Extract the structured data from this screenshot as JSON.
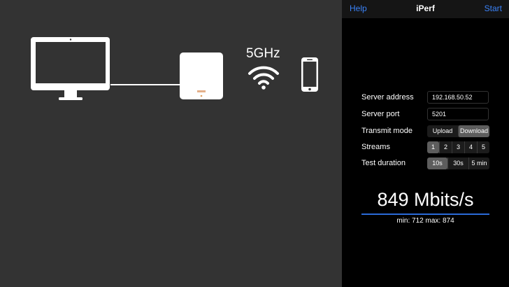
{
  "diagram": {
    "wifi_band": "5GHz",
    "icons": [
      "computer-icon",
      "router-icon",
      "wifi-icon",
      "phone-icon"
    ]
  },
  "navbar": {
    "help_label": "Help",
    "title": "iPerf",
    "start_label": "Start"
  },
  "form": {
    "server_address": {
      "label": "Server address",
      "value": "192.168.50.52"
    },
    "server_port": {
      "label": "Server port",
      "value": "5201"
    },
    "transmit_mode": {
      "label": "Transmit mode",
      "options": [
        "Upload",
        "Download"
      ],
      "selected": "Download"
    },
    "streams": {
      "label": "Streams",
      "options": [
        "1",
        "2",
        "3",
        "4",
        "5"
      ],
      "selected": "1"
    },
    "test_duration": {
      "label": "Test duration",
      "options": [
        "10s",
        "30s",
        "5 min"
      ],
      "selected": "10s"
    }
  },
  "result": {
    "speed": "849 Mbits/s",
    "min_max": "min: 712 max: 874"
  },
  "colors": {
    "left_bg": "#333333",
    "right_bg": "#000000",
    "accent": "#3a82f7",
    "underline": "#2a6ad8",
    "segment_active": "#5d5d5d"
  }
}
